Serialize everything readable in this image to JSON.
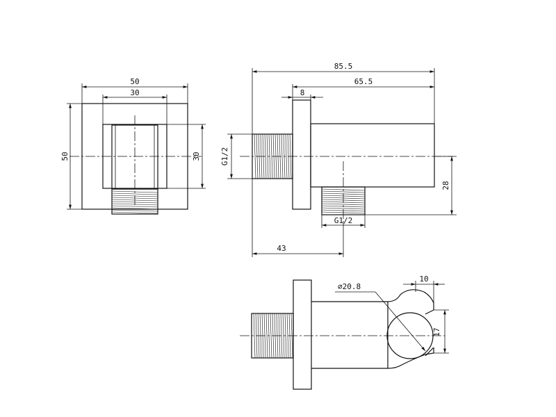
{
  "drawing": {
    "front_view": {
      "width_outer": "50",
      "width_inner": "30",
      "height_outer": "50",
      "height_inner": "30"
    },
    "side_view": {
      "overall_length": "85.5",
      "body_length": "65.5",
      "flange_thickness": "8",
      "inlet_thread": "G1/2",
      "outlet_thread": "G1/2",
      "outlet_offset": "43",
      "body_height": "28"
    },
    "top_view": {
      "bracket_diameter": "⌀20.8",
      "opening_width": "10",
      "bracket_height": "17"
    }
  }
}
